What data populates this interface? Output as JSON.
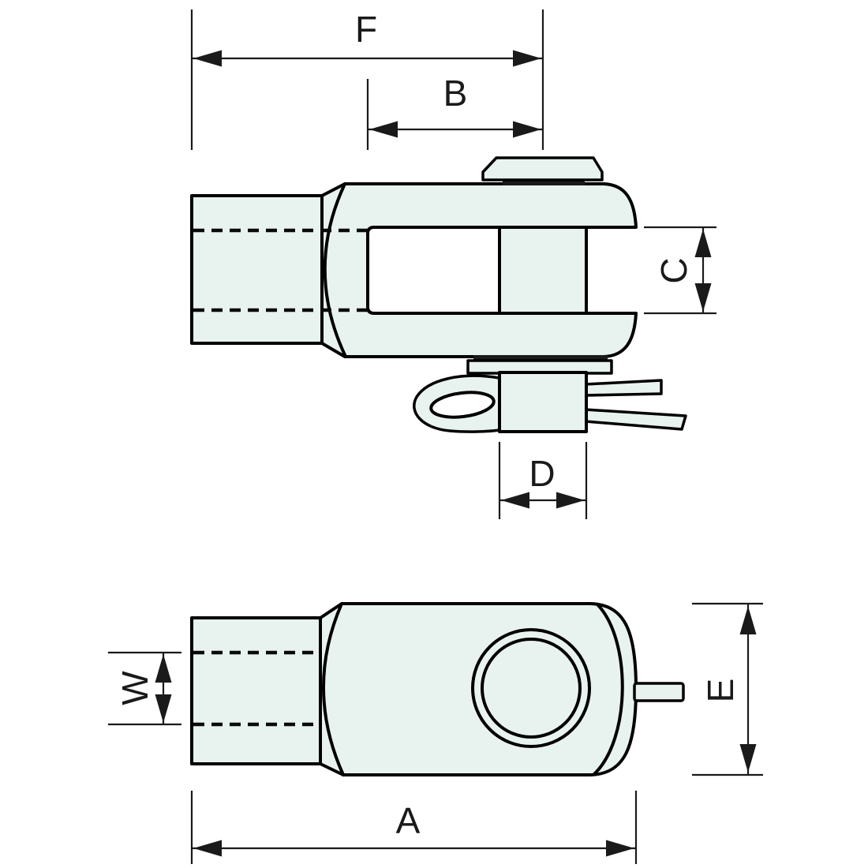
{
  "drawing": {
    "type": "engineering-dimension-drawing",
    "colors": {
      "part_fill": "#e8f3f0",
      "outline": "#000000",
      "dimension_line": "#1a1a1a",
      "background": "#ffffff"
    },
    "views": {
      "side": {
        "dimension_labels": [
          "F",
          "B",
          "C",
          "D"
        ]
      },
      "plan": {
        "dimension_labels": [
          "W",
          "A",
          "E"
        ]
      }
    },
    "labels": {
      "f": "F",
      "b": "B",
      "c": "C",
      "d": "D",
      "w": "W",
      "a": "A",
      "e": "E"
    }
  }
}
